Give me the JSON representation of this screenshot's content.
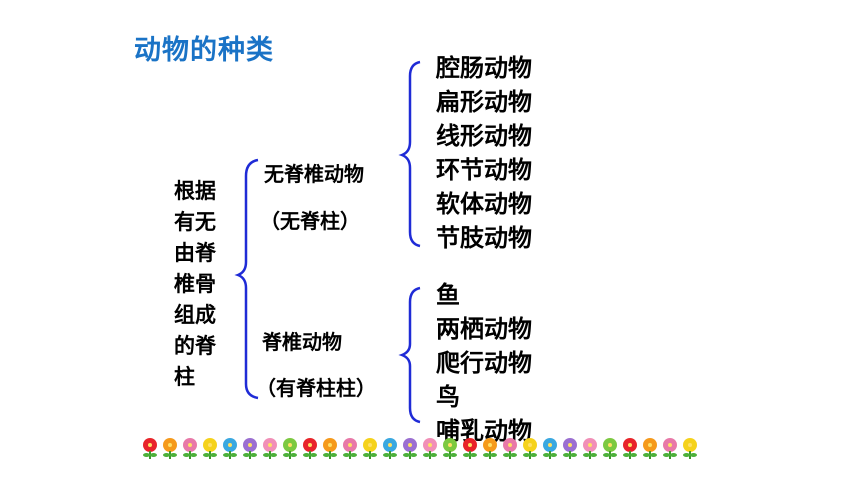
{
  "title": "动物的种类",
  "root": {
    "lines": [
      "根据",
      "有无",
      "由脊",
      "椎骨",
      "组成",
      "的脊",
      "柱"
    ]
  },
  "invertebrate": {
    "label": "无脊椎动物",
    "note": "（无脊柱）",
    "items": [
      "腔肠动物",
      "扁形动物",
      "线形动物",
      "环节动物",
      "软体动物",
      "节肢动物"
    ]
  },
  "vertebrate": {
    "label": "脊椎动物",
    "note": "（有脊柱柱）",
    "items": [
      "鱼",
      "两栖动物",
      "爬行动物",
      "鸟",
      "哺乳动物"
    ]
  },
  "colors": {
    "title": "#1a73c6",
    "brace": "#1f2bd6",
    "flowers": [
      "#e8242a",
      "#f59a1b",
      "#e879a8",
      "#f5d21b",
      "#3aa8e0",
      "#9b6fd1",
      "#f18fb7",
      "#7cc940"
    ]
  },
  "decoration": {
    "flower_count": 28,
    "icon": "flower-icon"
  }
}
